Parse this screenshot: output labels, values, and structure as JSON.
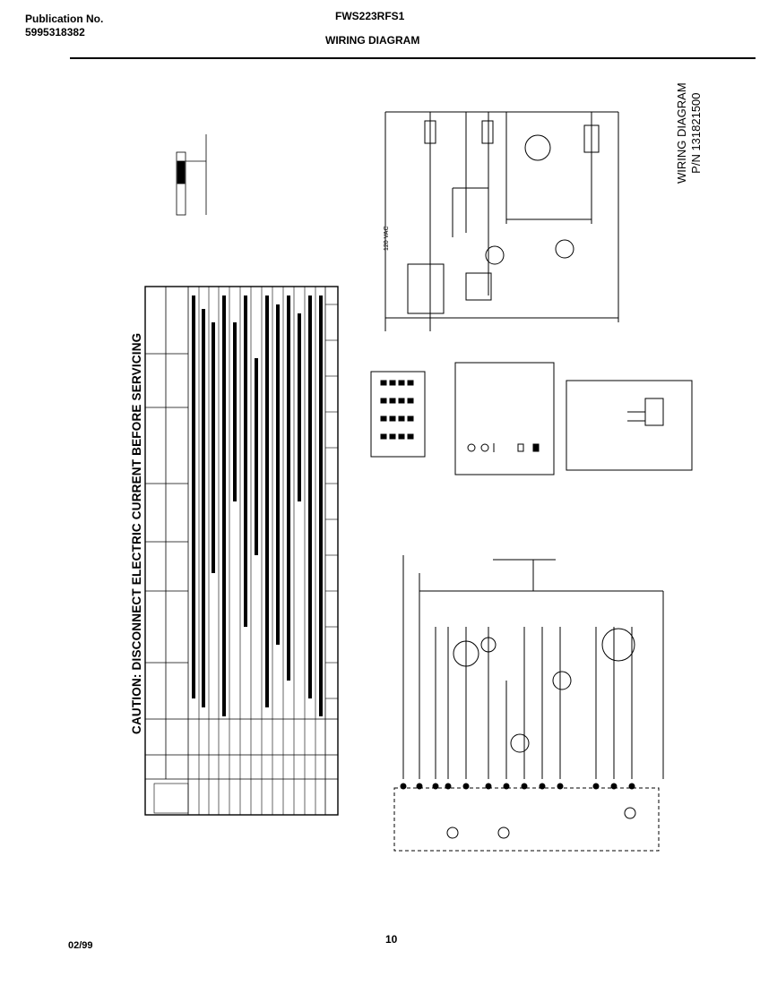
{
  "header": {
    "publication_label": "Publication No.",
    "publication_number": "5995318382",
    "model": "FWS223RFS1",
    "title": "WIRING DIAGRAM"
  },
  "caution": "CAUTION: DISCONNECT ELECTRIC CURRENT BEFORE SERVICING",
  "side_title": {
    "line1": "WIRING DIAGRAM",
    "line2": "P/N 131821500"
  },
  "supply_label": "120 VAC",
  "footer": {
    "date": "02/99",
    "page": "10"
  }
}
